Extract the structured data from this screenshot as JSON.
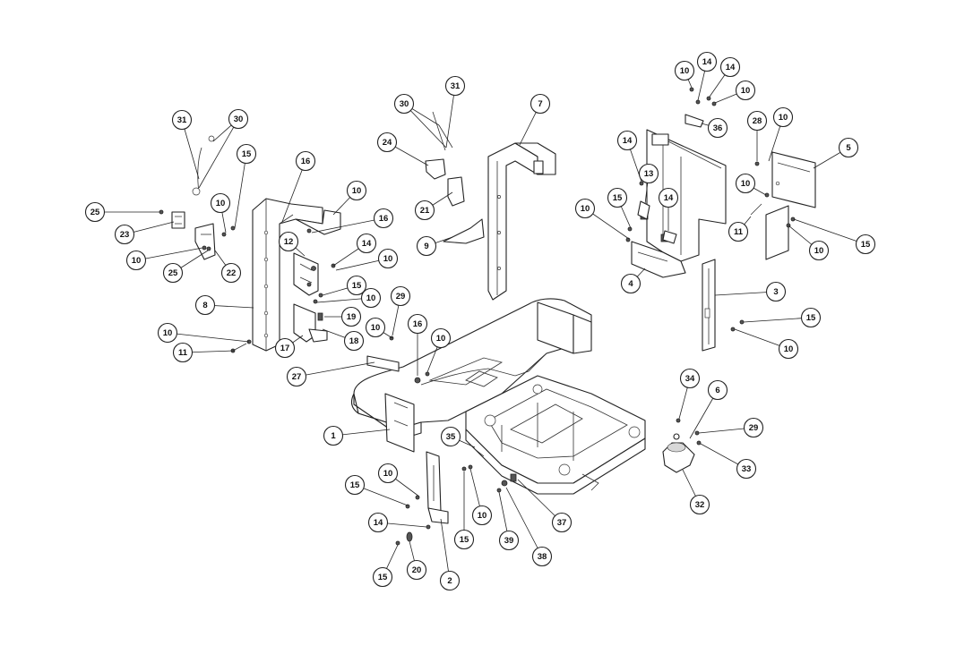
{
  "callouts": [
    {
      "label": "31"
    },
    {
      "label": "30"
    },
    {
      "label": "15"
    },
    {
      "label": "10"
    },
    {
      "label": "25"
    },
    {
      "label": "23"
    },
    {
      "label": "10"
    },
    {
      "label": "25"
    },
    {
      "label": "22"
    },
    {
      "label": "16"
    },
    {
      "label": "10"
    },
    {
      "label": "16"
    },
    {
      "label": "12"
    },
    {
      "label": "14"
    },
    {
      "label": "10"
    },
    {
      "label": "15"
    },
    {
      "label": "10"
    },
    {
      "label": "8"
    },
    {
      "label": "19"
    },
    {
      "label": "18"
    },
    {
      "label": "10"
    },
    {
      "label": "29"
    },
    {
      "label": "10"
    },
    {
      "label": "11"
    },
    {
      "label": "17"
    },
    {
      "label": "27"
    },
    {
      "label": "16"
    },
    {
      "label": "10"
    },
    {
      "label": "30"
    },
    {
      "label": "31"
    },
    {
      "label": "24"
    },
    {
      "label": "21"
    },
    {
      "label": "9"
    },
    {
      "label": "7"
    },
    {
      "label": "1"
    },
    {
      "label": "35"
    },
    {
      "label": "10"
    },
    {
      "label": "15"
    },
    {
      "label": "14"
    },
    {
      "label": "15"
    },
    {
      "label": "20"
    },
    {
      "label": "2"
    },
    {
      "label": "15"
    },
    {
      "label": "10"
    },
    {
      "label": "39"
    },
    {
      "label": "38"
    },
    {
      "label": "37"
    },
    {
      "label": "10"
    },
    {
      "label": "14"
    },
    {
      "label": "14"
    },
    {
      "label": "10"
    },
    {
      "label": "36"
    },
    {
      "label": "28"
    },
    {
      "label": "10"
    },
    {
      "label": "14"
    },
    {
      "label": "13"
    },
    {
      "label": "15"
    },
    {
      "label": "14"
    },
    {
      "label": "10"
    },
    {
      "label": "4"
    },
    {
      "label": "5"
    },
    {
      "label": "10"
    },
    {
      "label": "11"
    },
    {
      "label": "10"
    },
    {
      "label": "15"
    },
    {
      "label": "3"
    },
    {
      "label": "15"
    },
    {
      "label": "10"
    },
    {
      "label": "34"
    },
    {
      "label": "6"
    },
    {
      "label": "29"
    },
    {
      "label": "33"
    },
    {
      "label": "32"
    }
  ]
}
